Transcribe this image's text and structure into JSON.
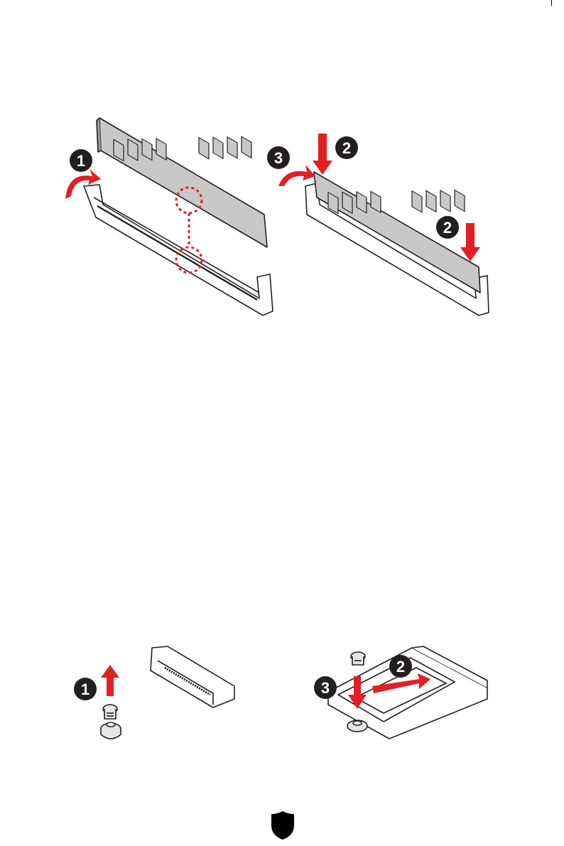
{
  "ram_steps": {
    "left": [
      "1"
    ],
    "right": [
      "3",
      "2",
      "2"
    ]
  },
  "m2_steps": {
    "left": [
      "1"
    ],
    "right": [
      "2",
      "3"
    ]
  },
  "colors": {
    "accent": "#e31e24",
    "module": "#c8c8c8",
    "outline": "#231f20",
    "background": "#ffffff"
  },
  "icons": [
    "shield-logo-icon"
  ]
}
